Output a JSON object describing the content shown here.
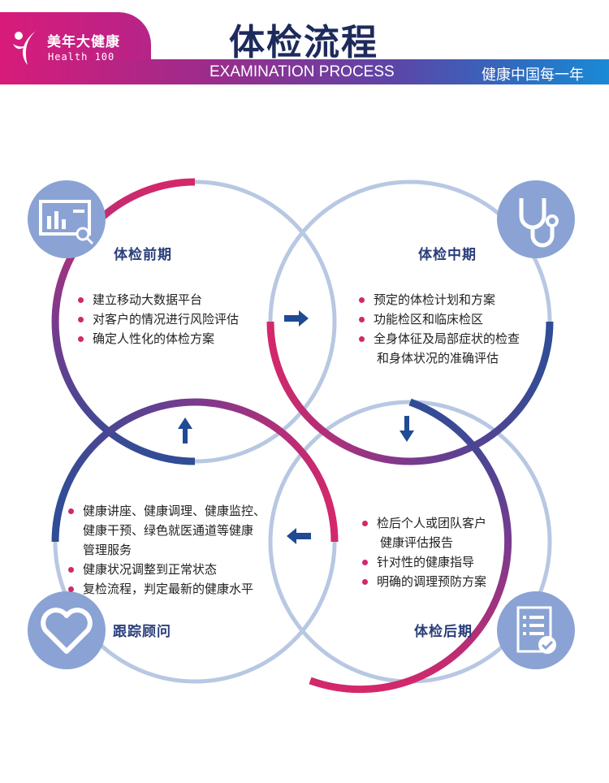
{
  "header": {
    "logo_cn": "美年大健康",
    "logo_en": "Health 100",
    "title": "体检流程",
    "subtitle": "EXAMINATION PROCESS",
    "slogan": "健康中国每一年"
  },
  "colors": {
    "accent_red": "#d0286b",
    "accent_blue": "#2e4a94",
    "light_ring": "#b8c8e3",
    "icon_bg": "#8aa3d4"
  },
  "stages": [
    {
      "title": "体检前期",
      "icon": "chart-search-icon",
      "items": [
        "建立移动大数据平台",
        "对客户的情况进行风险评估",
        "确定人性化的体检方案"
      ]
    },
    {
      "title": "体检中期",
      "icon": "stethoscope-icon",
      "items": [
        "预定的体检计划和方案",
        "功能检区和临床检区",
        "全身体征及局部症状的检查",
        "和身体状况的准确评估"
      ]
    },
    {
      "title": "体检后期",
      "icon": "checklist-icon",
      "items": [
        "检后个人或团队客户",
        "健康评估报告",
        "针对性的健康指导",
        "明确的调理预防方案"
      ]
    },
    {
      "title": "跟踪顾问",
      "icon": "heart-icon",
      "items": [
        "健康讲座、健康调理、健康监控、",
        "健康干预、绿色就医通道等健康",
        "管理服务",
        "健康状况调整到正常状态",
        "复检流程，判定最新的健康水平"
      ]
    }
  ]
}
